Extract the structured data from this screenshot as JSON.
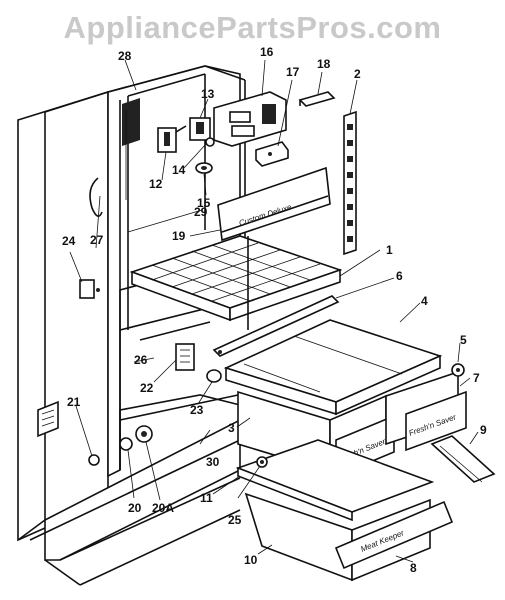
{
  "watermark": "AppliancePartsPros.com",
  "part_labels": {
    "p1": "1",
    "p2": "2",
    "p3": "3",
    "p4": "4",
    "p5": "5",
    "p6": "6",
    "p7": "7",
    "p8": "8",
    "p9": "9",
    "p10": "10",
    "p11": "11",
    "p12": "12",
    "p13": "13",
    "p14": "14",
    "p15": "15",
    "p16": "16",
    "p17": "17",
    "p18": "18",
    "p19": "19",
    "p20": "20",
    "p20a": "20A",
    "p21": "21",
    "p22": "22",
    "p23": "23",
    "p24": "24",
    "p25": "25",
    "p26": "26",
    "p27": "27",
    "p28": "28",
    "p29": "29",
    "p30": "30"
  }
}
